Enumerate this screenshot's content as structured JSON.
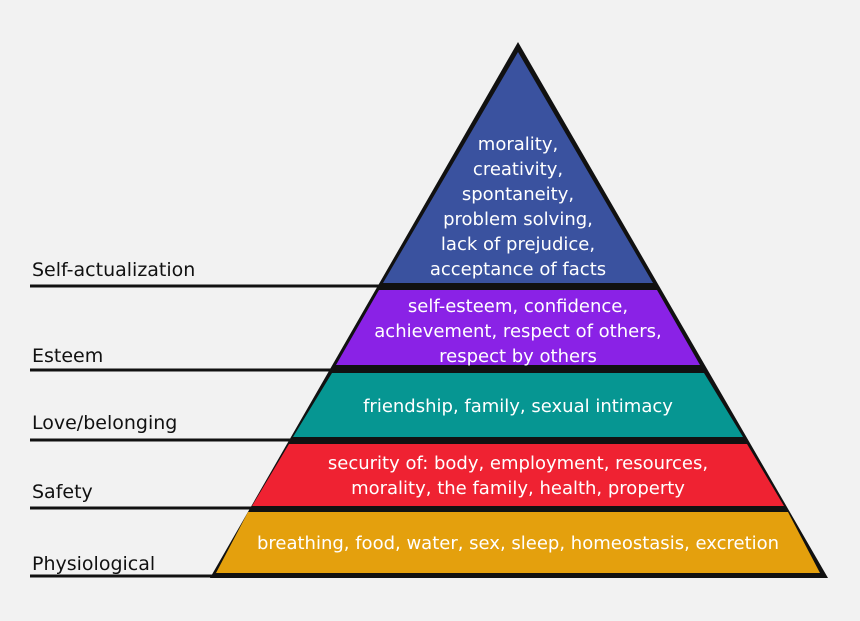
{
  "levels": [
    {
      "id": "self-actualization",
      "label": "Self-actualization",
      "color": "#3a529f",
      "lines": [
        "morality,",
        "creativity,",
        "spontaneity,",
        "problem solving,",
        "lack of prejudice,",
        "acceptance of facts"
      ]
    },
    {
      "id": "esteem",
      "label": "Esteem",
      "color": "#8a22e6",
      "lines": [
        "self-esteem, confidence,",
        "achievement, respect of others,",
        "respect by others"
      ]
    },
    {
      "id": "love-belonging",
      "label": "Love/belonging",
      "color": "#069692",
      "lines": [
        "friendship, family, sexual intimacy"
      ]
    },
    {
      "id": "safety",
      "label": "Safety",
      "color": "#ef2232",
      "lines": [
        "security of: body, employment, resources,",
        "morality, the family, health, property"
      ]
    },
    {
      "id": "physiological",
      "label": "Physiological",
      "color": "#e4a00d",
      "lines": [
        "breathing, food, water, sex, sleep, homeostasis, excretion"
      ]
    }
  ]
}
